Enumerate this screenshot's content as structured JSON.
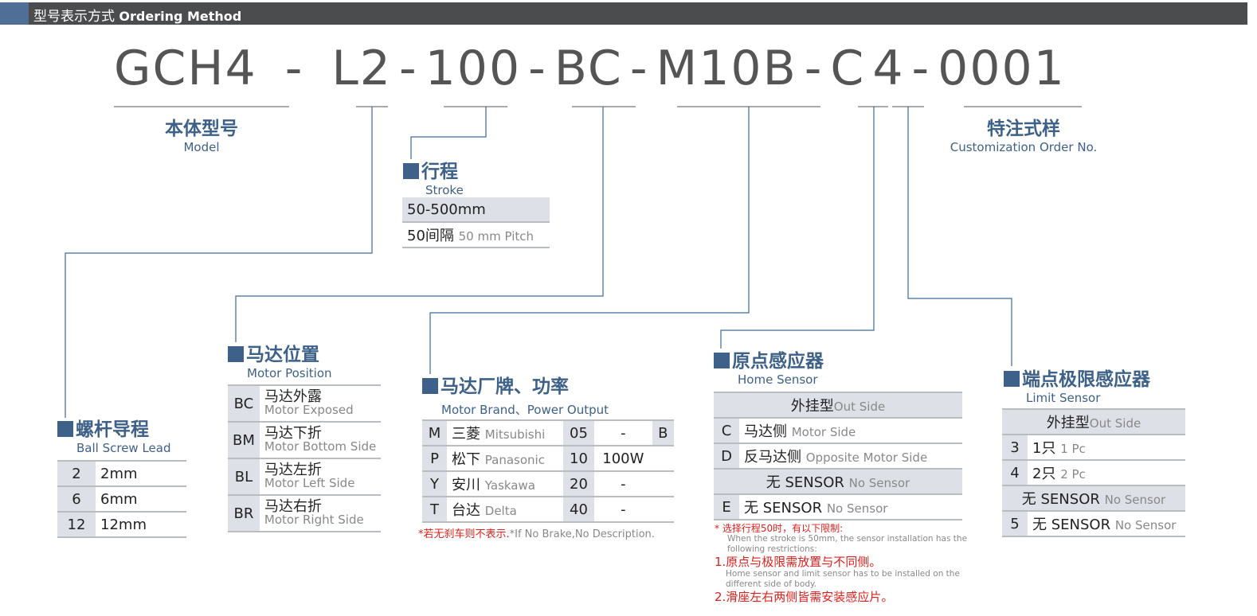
{
  "header": {
    "title_cn": "型号表示方式",
    "title_en": "Ordering Method"
  },
  "code": [
    "GCH4",
    "-",
    "L2",
    "-",
    "100",
    "-",
    "BC",
    "-",
    "M10B",
    "-",
    "C",
    "4",
    "-",
    "0001"
  ],
  "model": {
    "cn": "本体型号",
    "en": "Model"
  },
  "custom": {
    "cn": "特注式样",
    "en": "Customization Order No."
  },
  "stroke": {
    "cn": "行程",
    "en": "Stroke",
    "range": "50-500mm",
    "pitch_cn": "50间隔",
    "pitch_en": "50 mm Pitch"
  },
  "lead": {
    "cn": "螺杆导程",
    "en": "Ball Screw Lead",
    "rows": [
      [
        "2",
        "2mm"
      ],
      [
        "6",
        "6mm"
      ],
      [
        "12",
        "12mm"
      ]
    ]
  },
  "position": {
    "cn": "马达位置",
    "en": "Motor Position",
    "rows": [
      [
        "BC",
        "马达外露",
        "Motor Exposed"
      ],
      [
        "BM",
        "马达下折",
        "Motor Bottom Side"
      ],
      [
        "BL",
        "马达左折",
        "Motor Left Side"
      ],
      [
        "BR",
        "马达右折",
        "Motor Right Side"
      ]
    ]
  },
  "brand": {
    "cn": "马达厂牌、功率",
    "en": "Motor Brand、Power Output",
    "rows": [
      [
        "M",
        "三菱",
        "Mitsubishi",
        "05",
        "-",
        "B"
      ],
      [
        "P",
        "松下",
        "Panasonic",
        "10",
        "100W",
        ""
      ],
      [
        "Y",
        "安川",
        "Yaskawa",
        "20",
        "-",
        ""
      ],
      [
        "T",
        "台达",
        "Delta",
        "40",
        "-",
        ""
      ]
    ],
    "note_cn": "*若无刹车则不表示.",
    "note_en": "*If No Brake,No Description."
  },
  "home": {
    "cn": "原点感应器",
    "en": "Home Sensor",
    "head_cn": "外挂型",
    "head_en": "Out Side",
    "rows": [
      [
        "C",
        "马达侧",
        "Motor Side"
      ],
      [
        "D",
        "反马达侧",
        "Opposite Motor Side"
      ],
      [
        "",
        "无  SENSOR",
        "No Sensor"
      ],
      [
        "E",
        "无  SENSOR",
        "No Sensor"
      ]
    ],
    "note1": "* 选择行程50时，有以下限制:",
    "note1_en": "When the stroke is 50mm, the sensor installation has the following restrictions:",
    "note2": "1.原点与极限需放置与不同侧。",
    "note2_en": "Home sensor and limit sensor has to be installed on the different side of body.",
    "note3": "2.滑座左右两侧皆需安装感应片。"
  },
  "limit": {
    "cn": "端点极限感应器",
    "en": "Limit Sensor",
    "head_cn": "外挂型",
    "head_en": "Out Side",
    "rows": [
      [
        "3",
        "1只",
        "1 Pc"
      ],
      [
        "4",
        "2只",
        "2 Pc"
      ],
      [
        "",
        "无 SENSOR",
        "No Sensor"
      ],
      [
        "5",
        "无 SENSOR",
        "No Sensor"
      ]
    ]
  }
}
